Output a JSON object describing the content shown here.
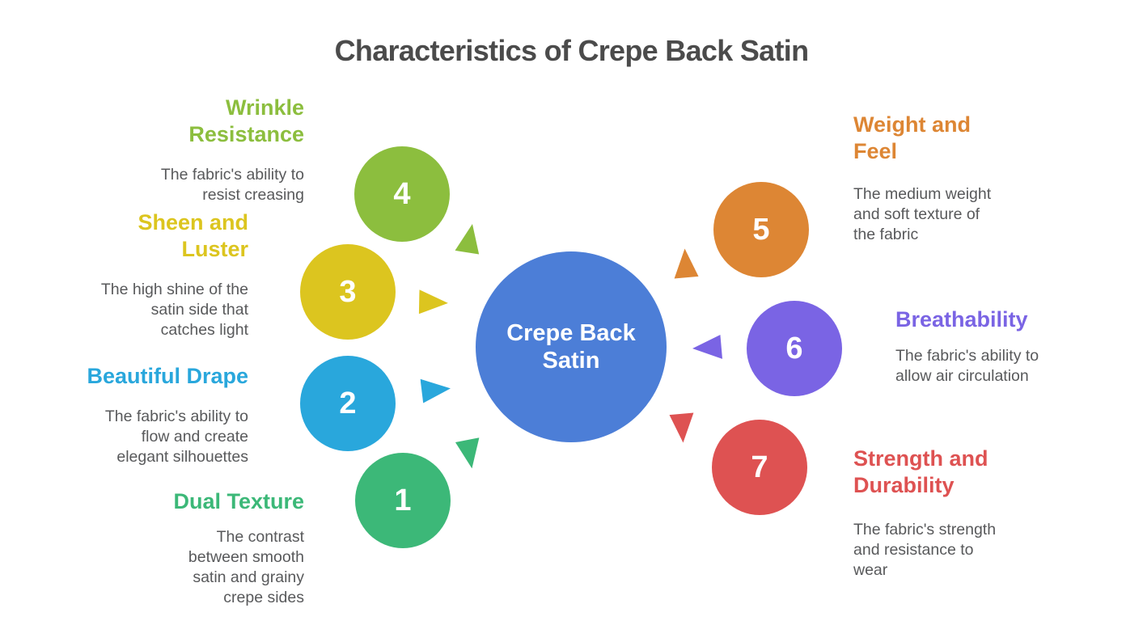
{
  "title": "Characteristics of Crepe Back Satin",
  "title_color": "#4b4b4b",
  "body_text_color": "#58595b",
  "center": {
    "label": "Crepe Back\nSatin",
    "color": "#4c7ed7"
  },
  "items": [
    {
      "number": "1",
      "label": "Dual Texture",
      "description": "The contrast\nbetween smooth\nsatin and grainy\ncrepe sides",
      "color": "#3cb878"
    },
    {
      "number": "2",
      "label": "Beautiful Drape",
      "description": "The fabric's ability to\nflow and create\nelegant silhouettes",
      "color": "#29a7dc"
    },
    {
      "number": "3",
      "label": "Sheen and\nLuster",
      "description": "The high shine of the\nsatin side that\ncatches light",
      "color": "#dcc51f"
    },
    {
      "number": "4",
      "label": "Wrinkle\nResistance",
      "description": "The fabric's ability to\nresist creasing",
      "color": "#8cbe3e"
    },
    {
      "number": "5",
      "label": "Weight and\nFeel",
      "description": "The medium weight\nand soft texture of\nthe fabric",
      "color": "#dd8634"
    },
    {
      "number": "6",
      "label": "Breathability",
      "description": "The fabric's ability to\nallow air circulation",
      "color": "#7a64e4"
    },
    {
      "number": "7",
      "label": "Strength and\nDurability",
      "description": "The fabric's strength\nand resistance to\nwear",
      "color": "#de5252"
    }
  ]
}
